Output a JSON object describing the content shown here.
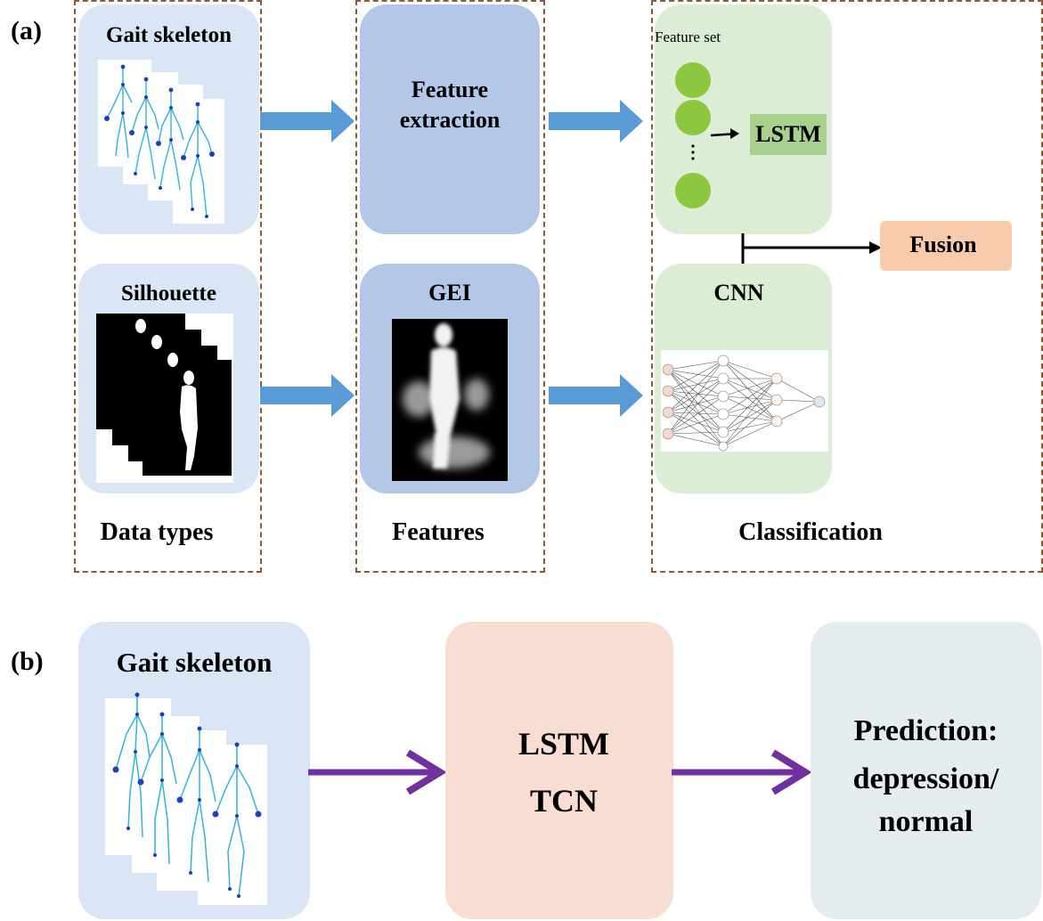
{
  "panel_a": {
    "label": "(a)",
    "data_types": {
      "skeleton_title": "Gait skeleton",
      "silhouette_title": "Silhouette",
      "caption": "Data types"
    },
    "features": {
      "feature_extraction": "Feature extraction",
      "gei": "GEI",
      "caption": "Features"
    },
    "classification": {
      "feature_set": "Feature set",
      "lstm": "LSTM",
      "cnn": "CNN",
      "fusion": "Fusion",
      "caption": "Classification"
    }
  },
  "panel_b": {
    "label": "(b)",
    "skeleton_title": "Gait skeleton",
    "model_line1": "LSTM",
    "model_line2": "TCN",
    "prediction_line1": "Prediction:",
    "prediction_line2": "depression/",
    "prediction_line3": "normal"
  },
  "colors": {
    "blue_arrow": "#5b9bd5",
    "purple_arrow": "#7030a0",
    "green_node": "#8dc63f",
    "lstm_box": "#a9d18e",
    "dashed_border": "#8a5a3a"
  }
}
